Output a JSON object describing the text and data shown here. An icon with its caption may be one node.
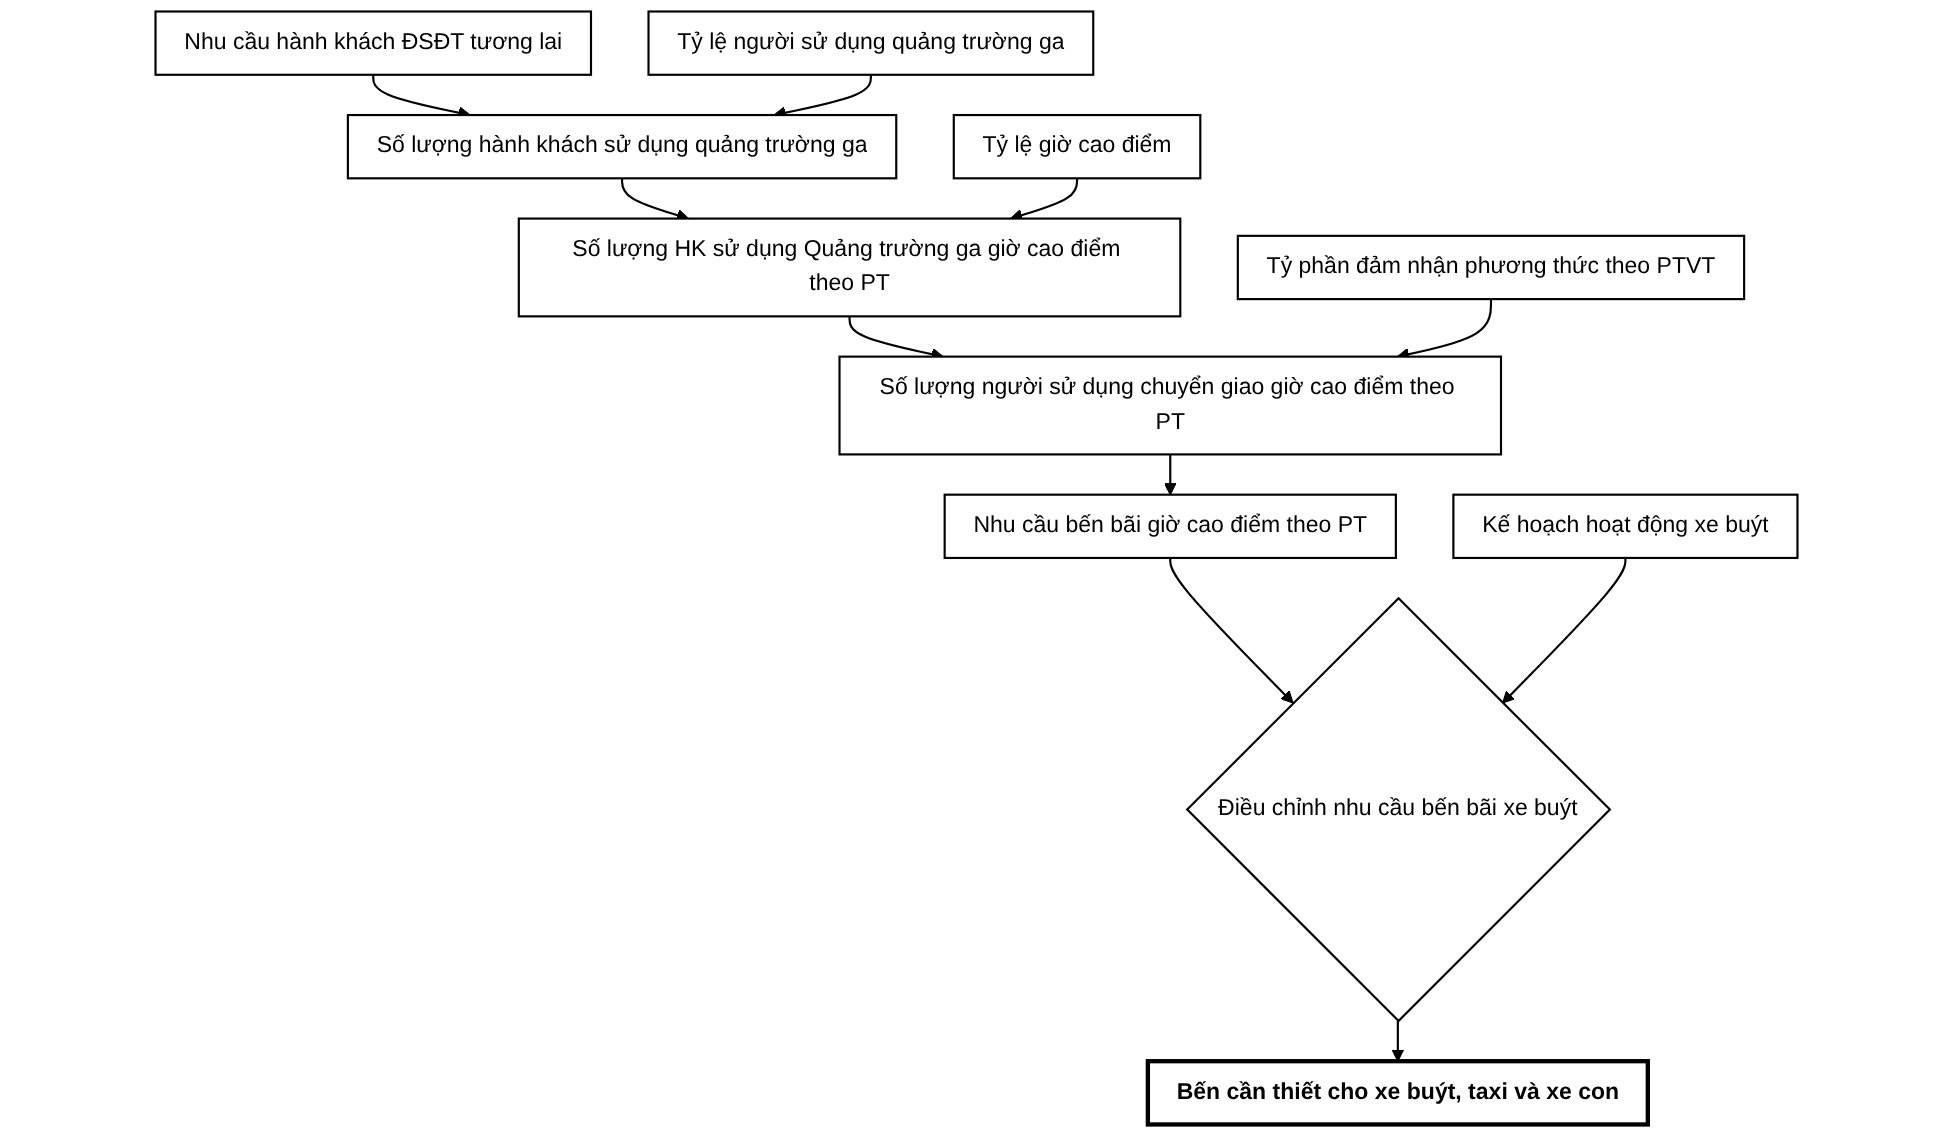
{
  "diagram": {
    "nodes": [
      {
        "text": [
          "Nhu cầu hành khách ĐSĐT tương lai"
        ]
      },
      {
        "text": [
          "Tỷ lệ người sử dụng quảng trường ga"
        ]
      },
      {
        "text": [
          "Số lượng hành khách sử dụng quảng trường ga"
        ]
      },
      {
        "text": [
          "Tỷ lệ giờ cao điểm"
        ]
      },
      {
        "text": [
          "Số lượng HK sử dụng Quảng trường ga giờ cao điểm theo PT"
        ]
      },
      {
        "text": [
          "Tỷ phần đảm nhận phương thức theo PTVT"
        ]
      },
      {
        "text": [
          "Số lượng người sử dụng chuyển giao giờ cao điểm theo PT"
        ]
      },
      {
        "text": [
          "Nhu cầu bến bãi giờ cao điểm theo PT"
        ]
      },
      {
        "text": [
          "Điều chỉnh nhu cầu bến bãi xe buýt"
        ]
      },
      {
        "text": [
          "Kế hoạch hoạt động xe buýt"
        ]
      },
      {
        "text": [
          "Bến cần thiết cho xe buýt, taxi và xe con"
        ]
      }
    ],
    "edges": [
      {
        "from": 0,
        "to": 2,
        "arrow": "to"
      },
      {
        "from": 1,
        "to": 2,
        "arrow": "to"
      },
      {
        "from": 2,
        "to": 4,
        "arrow": "to"
      },
      {
        "from": 3,
        "to": 4,
        "arrow": "to"
      },
      {
        "from": 4,
        "to": 6,
        "arrow": "to"
      },
      {
        "from": 5,
        "to": 6,
        "arrow": "to"
      },
      {
        "from": 6,
        "to": 7,
        "arrow": "to"
      },
      {
        "from": 7,
        "to": 8,
        "arrow": "to"
      },
      {
        "from": 9,
        "to": 8,
        "arrow": "to"
      },
      {
        "from": 8,
        "to": 10,
        "arrow": "to"
      }
    ]
  }
}
